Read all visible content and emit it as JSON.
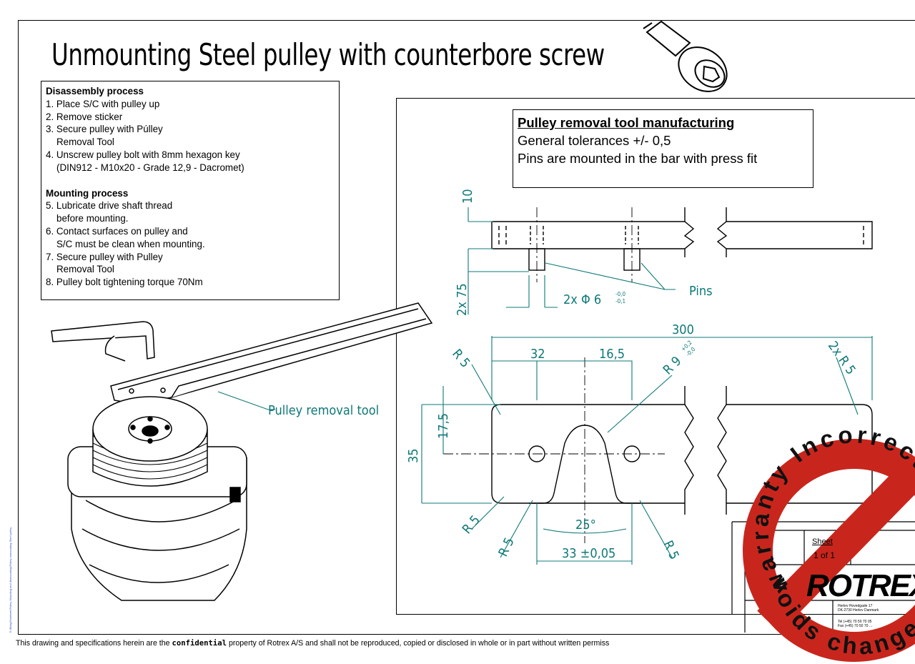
{
  "page": {
    "title": "Unmounting Steel pulley with counterbore screw",
    "footer": {
      "before": "This drawing and specifications herein are the ",
      "emph": "confidential",
      "after": " property of Rotrex A/S and shall not be reproduced, copied or disclosed in whole or in part without written permiss"
    },
    "side_ref": "E:\\Bilag\\Sekretær\\Pulley Mounting and dismounting\\Pulley unmounting Steel pulley"
  },
  "disassembly": {
    "heading": "Disassembly process",
    "steps": [
      "1. Place S/C with pulley up",
      "2. Remove sticker",
      "3. Secure pulley with Púlley",
      "Removal Tool",
      "4. Unscrew pulley bolt with 8mm hexagon key",
      "(DIN912 - M10x20 - Grade 12,9 - Dacromet)"
    ]
  },
  "mounting": {
    "heading": "Mounting process",
    "steps": [
      "5. Lubricate drive shaft thread",
      "before mounting.",
      "6. Contact surfaces on pulley and",
      "S/C must be clean when  mounting.",
      "7. Secure pulley with Pulley",
      "Removal Tool",
      "8. Pulley bolt tightening torque 70Nm"
    ]
  },
  "manufacturing": {
    "heading": "Pulley removal tool manufacturing",
    "line1": "General tolerances +/- 0,5",
    "line2": "Pins are mounted in the bar with press fit"
  },
  "dimensions": {
    "height_10": "10",
    "height_75": "2x 75",
    "pin_dia": "2x Φ 6",
    "pin_tol_upper": "-0,0",
    "pin_tol_lower": "-0,1",
    "pins": "Pins",
    "length": "300",
    "d32": "32",
    "d16_5": "16,5",
    "r9": "R 9",
    "r9_tol_upper": "+0,2",
    "r9_tol_lower": "-0,0",
    "r5_top_left": "R 5",
    "r5_top_right": "2x R 5",
    "width_35": "35",
    "width_17_5": "17,5",
    "r5_bl": "R 5",
    "r5_bm": "R 5",
    "r5_br": "R 5",
    "angle": "25°",
    "d33": "33 ±0,05",
    "tool_label": "Pulley removal tool"
  },
  "title_block": {
    "sheet_label": "Sheet",
    "sheet_value": "1 of 1",
    "logo": "ROTREX",
    "address": [
      "Herlev Hovedgade 17",
      "DK-2730 Herlev Danmark"
    ],
    "tel": [
      "Tel (+45) 70 50 70 05",
      "Fax (+45) 70 50 70 …"
    ]
  },
  "stamp": {
    "text": "warranty Incorrect",
    "text_bottom": "voids change"
  },
  "colors": {
    "dimension": "#0f7878",
    "stamp_red": "#c8261d"
  }
}
